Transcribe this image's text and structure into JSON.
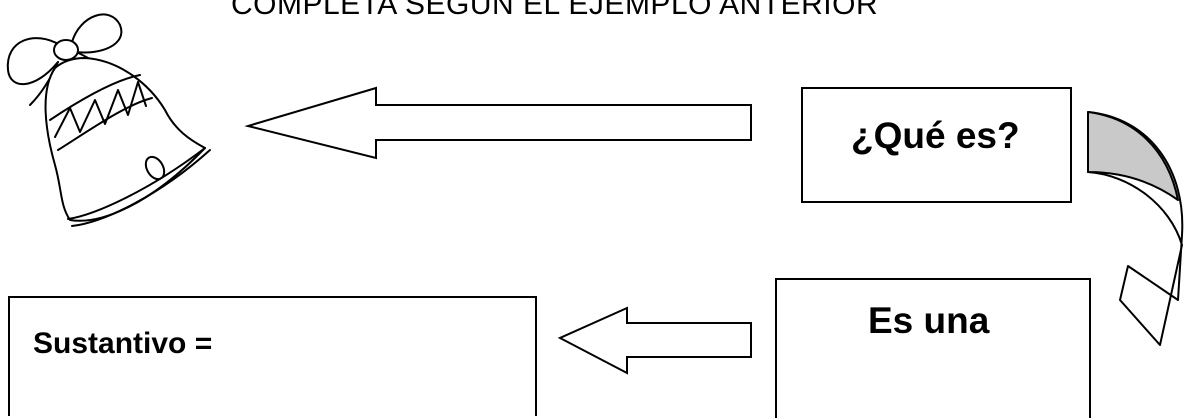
{
  "header": {
    "title": "COMPLETA SEGÚN EL EJEMPLO ANTERIOR"
  },
  "boxes": {
    "question": "¿Qué es?",
    "answer": "Es una",
    "noun": "Sustantivo ="
  },
  "colors": {
    "curved_arrow_fill": "#c9c9c9"
  }
}
